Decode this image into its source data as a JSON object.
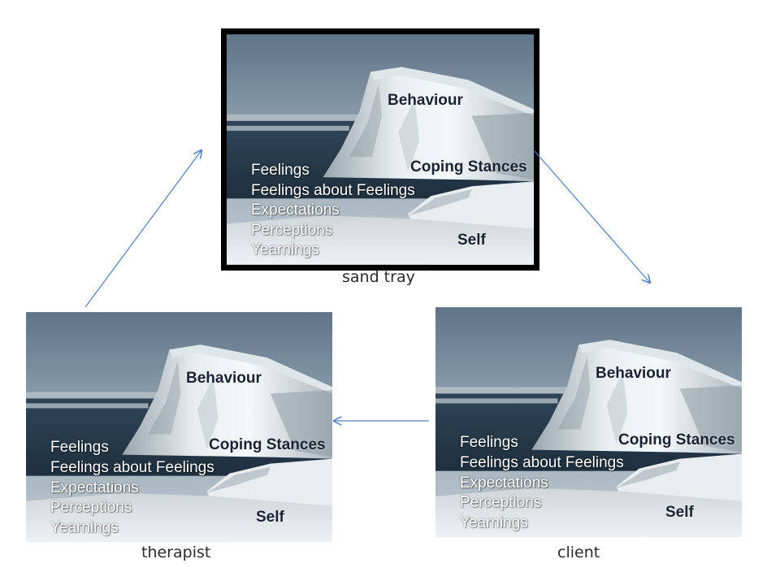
{
  "iceberg_labels": {
    "behaviour": "Behaviour",
    "coping": "Coping Stances",
    "feelings": "Feelings",
    "feelings_about": "Feelings about Feelings",
    "expectations": "Expectations",
    "perceptions": "Perceptions",
    "yearnings": "Yearnings",
    "self": "Self"
  },
  "nodes": {
    "sand_tray": "sand tray",
    "therapist": "therapist",
    "client": "client"
  },
  "colors": {
    "arrow": "#4f7fc0",
    "frame": "#000000",
    "label_light": "#ffffff",
    "label_dark": "#1b2233"
  }
}
